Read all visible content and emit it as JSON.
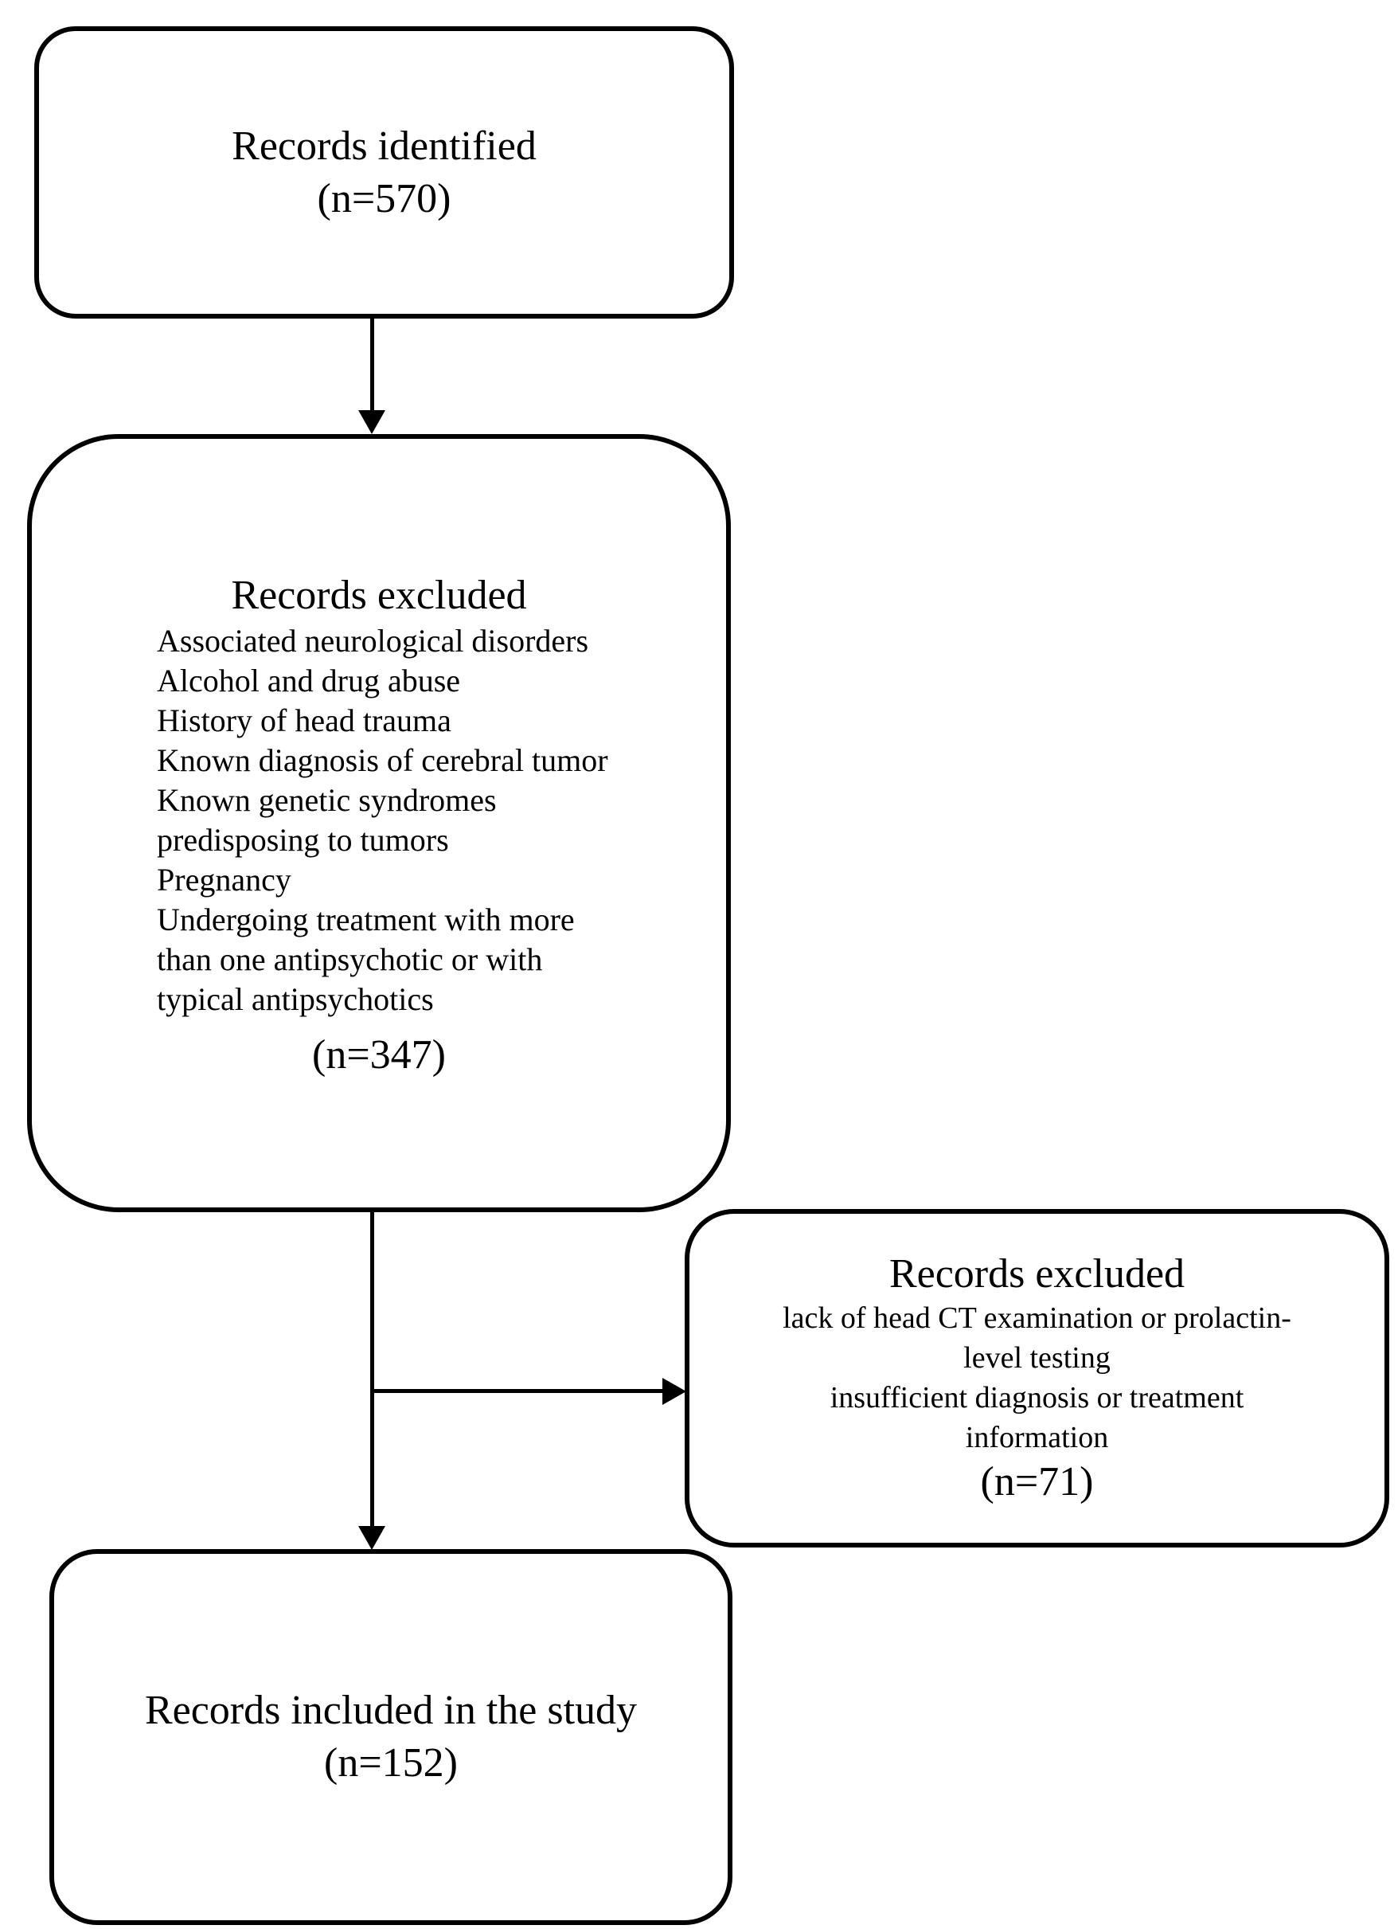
{
  "flowchart": {
    "colors": {
      "line": "#000000",
      "background": "#ffffff"
    },
    "step_identified": {
      "title": "Records identified",
      "count": "(n=570)"
    },
    "step_excluded_main": {
      "title": "Records excluded",
      "reason_lines": [
        "Associated neurological disorders",
        "Alcohol and drug abuse",
        "History of head trauma",
        "Known diagnosis of cerebral tumor",
        "Known genetic syndromes",
        "predisposing to tumors",
        "Pregnancy",
        "Undergoing treatment with more",
        "than one antipsychotic or with",
        "typical antipsychotics"
      ],
      "count": "(n=347)"
    },
    "step_excluded_side": {
      "title": "Records excluded",
      "reason_lines": [
        "lack of head CT examination or prolactin-",
        "level testing",
        "insufficient diagnosis or treatment",
        "information"
      ],
      "count": "(n=71)"
    },
    "step_included": {
      "title": "Records included in the study",
      "count": "(n=152)"
    }
  }
}
